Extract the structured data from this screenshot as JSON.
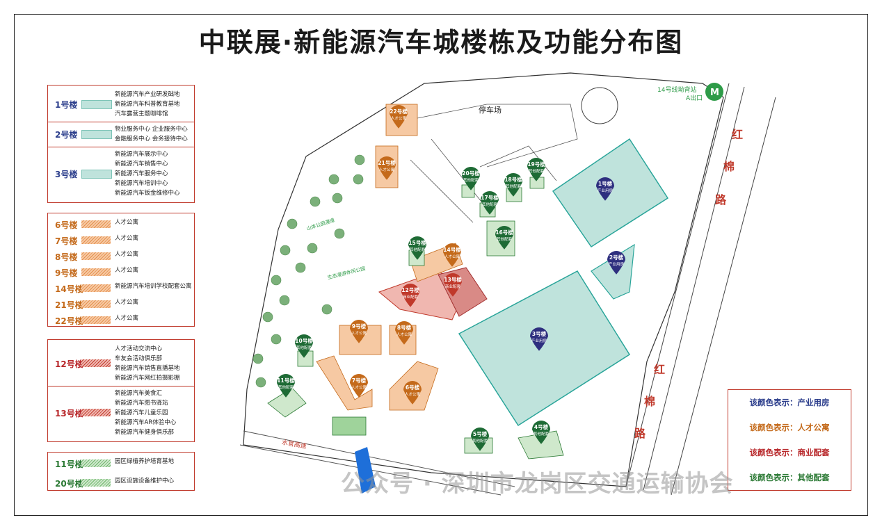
{
  "title": "中联展·新能源汽车城楼栋及功能分布图",
  "legend": [
    {
      "group": "g1",
      "kind": "ind",
      "building": "1号楼",
      "lines": [
        "新能源汽车产业研发础地",
        "新能源汽车科普教育基地",
        "汽车露营主题咖啡馆"
      ]
    },
    {
      "group": "g1",
      "kind": "ind",
      "building": "2号楼",
      "lines": [
        "物业服务中心  企业服务中心",
        "金融服务中心  会务接待中心"
      ]
    },
    {
      "group": "g1",
      "kind": "ind",
      "building": "3号楼",
      "lines": [
        "新能源汽车展示中心",
        "新能源汽车销售中心",
        "新能源汽车服务中心",
        "新能源汽车培训中心",
        "新能源汽车钣金维修中心"
      ]
    },
    {
      "group": "g2",
      "kind": "tal",
      "building": "6号楼",
      "lines": [
        "人才公寓"
      ]
    },
    {
      "group": "g2",
      "kind": "tal",
      "building": "7号楼",
      "lines": [
        "人才公寓"
      ]
    },
    {
      "group": "g2",
      "kind": "tal",
      "building": "8号楼",
      "lines": [
        "人才公寓"
      ]
    },
    {
      "group": "g2",
      "kind": "tal",
      "building": "9号楼",
      "lines": [
        "人才公寓"
      ]
    },
    {
      "group": "g2",
      "kind": "tal",
      "building": "14号楼",
      "lines": [
        "新能源汽车培训学校配套公寓"
      ]
    },
    {
      "group": "g2",
      "kind": "tal",
      "building": "21号楼",
      "lines": [
        "人才公寓"
      ]
    },
    {
      "group": "g2",
      "kind": "tal",
      "building": "22号楼",
      "lines": [
        "人才公寓"
      ]
    },
    {
      "group": "g3",
      "kind": "com",
      "building": "12号楼",
      "lines": [
        "人才活动交流中心",
        "车友会活动俱乐部",
        "新能源汽车销售直播基地",
        "新能源汽车网红拍摄影棚"
      ]
    },
    {
      "group": "g3",
      "kind": "com",
      "building": "13号楼",
      "lines": [
        "新能源汽车美食汇",
        "新能源汽车图书驿站",
        "新能源汽车儿童乐园",
        "新能源汽车AR体验中心",
        "新能源汽车健身俱乐部"
      ]
    },
    {
      "group": "g4",
      "kind": "oth",
      "building": "11号楼",
      "lines": [
        "园区绿植养护培育基地"
      ]
    },
    {
      "group": "g4",
      "kind": "oth",
      "building": "20号楼",
      "lines": [
        "园区设施设备维护中心"
      ]
    }
  ],
  "pins": [
    {
      "id": "1",
      "label": "1号楼",
      "sub": "产业用房",
      "kind": "ind"
    },
    {
      "id": "2",
      "label": "2号楼",
      "sub": "产业用房",
      "kind": "ind"
    },
    {
      "id": "3",
      "label": "3号楼",
      "sub": "产业用房",
      "kind": "ind"
    },
    {
      "id": "4",
      "label": "4号楼",
      "sub": "其他配套",
      "kind": "oth"
    },
    {
      "id": "5",
      "label": "5号楼",
      "sub": "其他配套",
      "kind": "oth"
    },
    {
      "id": "6",
      "label": "6号楼",
      "sub": "人才公寓",
      "kind": "tal"
    },
    {
      "id": "7",
      "label": "7号楼",
      "sub": "人才公寓",
      "kind": "tal"
    },
    {
      "id": "8",
      "label": "8号楼",
      "sub": "人才公寓",
      "kind": "tal"
    },
    {
      "id": "9",
      "label": "9号楼",
      "sub": "人才公寓",
      "kind": "tal"
    },
    {
      "id": "10",
      "label": "10号楼",
      "sub": "其他配套",
      "kind": "oth"
    },
    {
      "id": "11",
      "label": "11号楼",
      "sub": "其他配套",
      "kind": "oth"
    },
    {
      "id": "12",
      "label": "12号楼",
      "sub": "商业配套",
      "kind": "com"
    },
    {
      "id": "13",
      "label": "13号楼",
      "sub": "商业配套",
      "kind": "com"
    },
    {
      "id": "14",
      "label": "14号楼",
      "sub": "人才公寓",
      "kind": "tal"
    },
    {
      "id": "15",
      "label": "15号楼",
      "sub": "其他配套",
      "kind": "oth"
    },
    {
      "id": "16",
      "label": "16号楼",
      "sub": "其他配套",
      "kind": "oth"
    },
    {
      "id": "17",
      "label": "17号楼",
      "sub": "其他配套",
      "kind": "oth"
    },
    {
      "id": "18",
      "label": "18号楼",
      "sub": "其他配套",
      "kind": "oth"
    },
    {
      "id": "19",
      "label": "19号楼",
      "sub": "其他配套",
      "kind": "oth"
    },
    {
      "id": "20",
      "label": "20号楼",
      "sub": "其他配套",
      "kind": "oth"
    },
    {
      "id": "21",
      "label": "21号楼",
      "sub": "人才公寓",
      "kind": "tal"
    },
    {
      "id": "22",
      "label": "22号楼",
      "sub": "人才公寓",
      "kind": "tal"
    }
  ],
  "map_labels": {
    "parking": "停车场",
    "metro_line": "14号线坳背站",
    "metro_exit": "A出口",
    "road_hongmian_1": "红",
    "road_hongmian_2": "棉",
    "road_hongmian_3": "路",
    "road_shuiguan": "水官高速",
    "mountain_road": "山体公园漫道",
    "eco_park": "生态漫游休闲公园"
  },
  "key": [
    {
      "kind": "ind",
      "text": "该颜色表示：产业用房"
    },
    {
      "kind": "tal",
      "text": "该颜色表示：人才公寓"
    },
    {
      "kind": "com",
      "text": "该颜色表示：商业配套"
    },
    {
      "kind": "oth",
      "text": "该颜色表示：其他配套"
    }
  ],
  "watermark": "公众号 · 深圳市龙岗区交通运输协会",
  "colors": {
    "ind": "#2e2f7f",
    "tal": "#c46a1b",
    "com": "#c0392b",
    "oth": "#1e6b35"
  }
}
